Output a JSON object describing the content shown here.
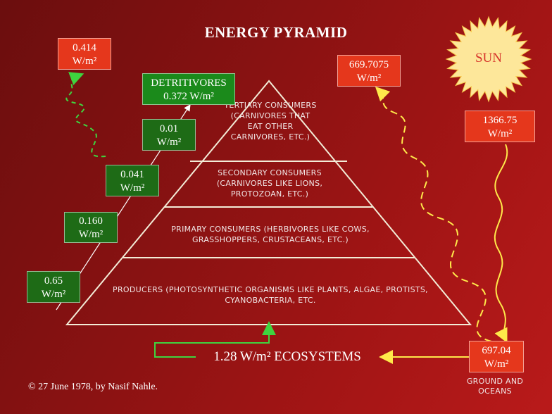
{
  "title": "ENERGY PYRAMID",
  "sun": {
    "label": "SUN",
    "color": "#fde79a"
  },
  "levels": {
    "tertiary": "TERTIARY CONSUMERS (CARNIVORES THAT EAT OTHER CARNIVORES, ETC.)",
    "secondary": "SECONDARY CONSUMERS (CARNIVORES LIKE LIONS, PROTOZOAN, ETC.)",
    "primary": "PRIMARY CONSUMERS (HERBIVORES LIKE COWS, GRASSHOPPERS, CRUSTACEANS, ETC.)",
    "producers": "PRODUCERS (PHOTOSYNTHETIC ORGANISMS LIKE PLANTS, ALGAE, PROTISTS, CYANOBACTERIA, ETC."
  },
  "values": {
    "producers": {
      "value": "0.65",
      "unit": "W/m²"
    },
    "primary": {
      "value": "0.160",
      "unit": "W/m²"
    },
    "secondary": {
      "value": "0.041",
      "unit": "W/m²"
    },
    "tertiary": {
      "value": "0.01",
      "unit": "W/m²"
    },
    "detritivores": {
      "label": "DETRITIVORES",
      "value": "0.372 W/m²"
    },
    "emitted": {
      "value": "0.414",
      "unit": "W/m²"
    },
    "reflected": {
      "value": "669.7075",
      "unit": "W/m²"
    },
    "solar": {
      "value": "1366.75",
      "unit": "W/m²"
    },
    "ground": {
      "value": "697.04",
      "unit": "W/m²"
    }
  },
  "ecosystems": "1.28 W/m² ECOSYSTEMS",
  "ground_label": "GROUND AND OCEANS",
  "copyright": "© 27 June 1978, by Nasif Nahle.",
  "colors": {
    "background": "#8a1212",
    "green_box": "#1e6b16",
    "red_box": "#e5371c",
    "arrow_green": "#3fd43f",
    "arrow_yellow": "#ffe94a"
  }
}
